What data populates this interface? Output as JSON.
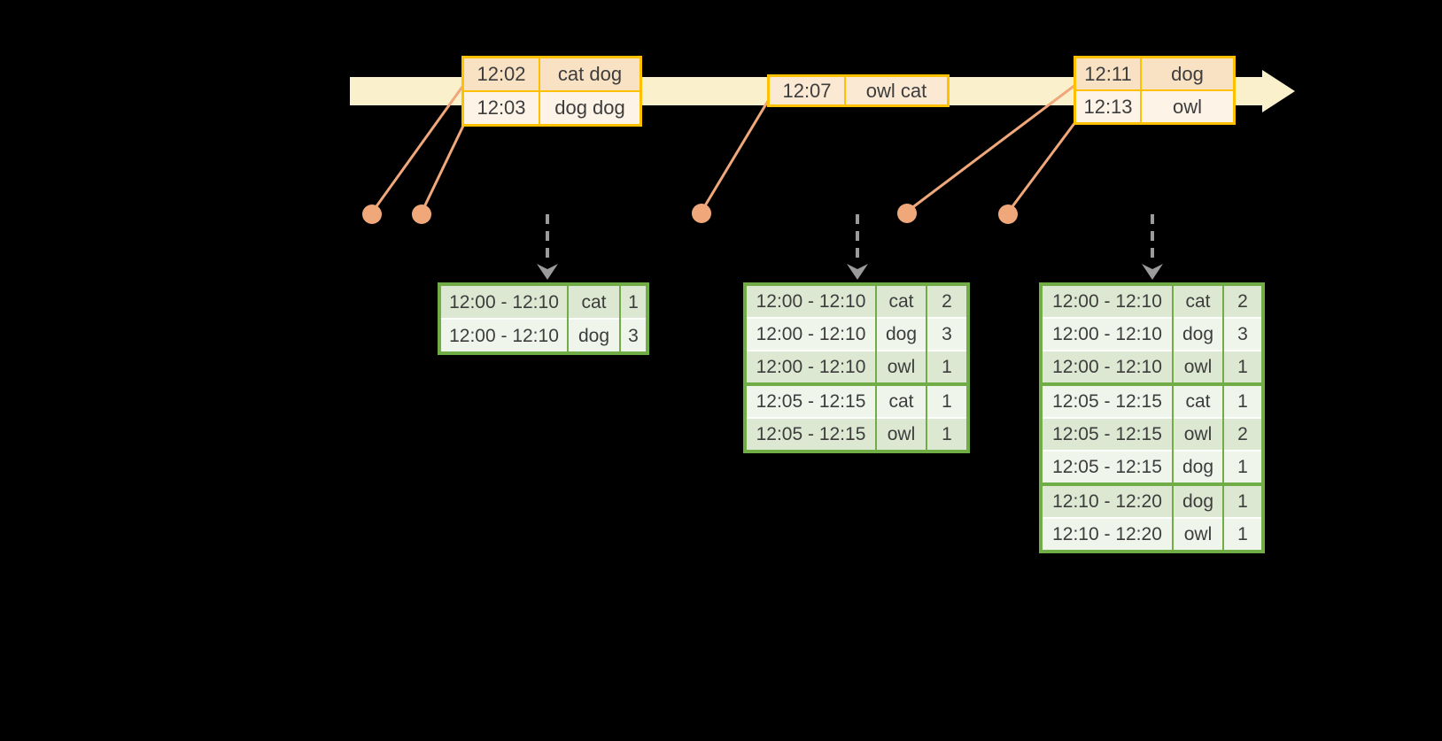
{
  "diagram_type": "streaming-windowed-word-count",
  "colors": {
    "background": "#000000",
    "timeline_band": "#FAF0CB",
    "event_table_border": "#FFC000",
    "event_row_dark": "#F9E1C4",
    "event_row_mid": "#FBE9D3",
    "event_row_light": "#FDF3E6",
    "connector_and_dots": "#F0A87B",
    "result_table_border": "#70AD47",
    "result_row_dark": "#DCE8D2",
    "result_row_light": "#F0F5EC",
    "trigger_arrow_gray": "#9B9B9B",
    "text": "#3D3D3D"
  },
  "event_tables": [
    {
      "rows": [
        {
          "time": "12:02",
          "words": "cat dog",
          "shade": "dark"
        },
        {
          "time": "12:03",
          "words": "dog dog",
          "shade": "light"
        }
      ]
    },
    {
      "rows": [
        {
          "time": "12:07",
          "words": "owl cat",
          "shade": "mid"
        }
      ]
    },
    {
      "rows": [
        {
          "time": "12:11",
          "words": "dog",
          "shade": "dark"
        },
        {
          "time": "12:13",
          "words": "owl",
          "shade": "light"
        }
      ]
    }
  ],
  "result_tables": [
    {
      "rows": [
        {
          "window": "12:00 - 12:10",
          "word": "cat",
          "count": "1"
        },
        {
          "window": "12:00 - 12:10",
          "word": "dog",
          "count": "3"
        }
      ],
      "group_breaks": []
    },
    {
      "rows": [
        {
          "window": "12:00 - 12:10",
          "word": "cat",
          "count": "2"
        },
        {
          "window": "12:00 - 12:10",
          "word": "dog",
          "count": "3"
        },
        {
          "window": "12:00 - 12:10",
          "word": "owl",
          "count": "1"
        },
        {
          "window": "12:05 - 12:15",
          "word": "cat",
          "count": "1"
        },
        {
          "window": "12:05 - 12:15",
          "word": "owl",
          "count": "1"
        }
      ],
      "group_breaks": [
        3
      ]
    },
    {
      "rows": [
        {
          "window": "12:00 - 12:10",
          "word": "cat",
          "count": "2"
        },
        {
          "window": "12:00 - 12:10",
          "word": "dog",
          "count": "3"
        },
        {
          "window": "12:00 - 12:10",
          "word": "owl",
          "count": "1"
        },
        {
          "window": "12:05 - 12:15",
          "word": "cat",
          "count": "1"
        },
        {
          "window": "12:05 - 12:15",
          "word": "owl",
          "count": "2"
        },
        {
          "window": "12:05 - 12:15",
          "word": "dog",
          "count": "1"
        },
        {
          "window": "12:10 - 12:20",
          "word": "dog",
          "count": "1"
        },
        {
          "window": "12:10 - 12:20",
          "word": "owl",
          "count": "1"
        }
      ],
      "group_breaks": [
        3,
        6
      ]
    }
  ]
}
